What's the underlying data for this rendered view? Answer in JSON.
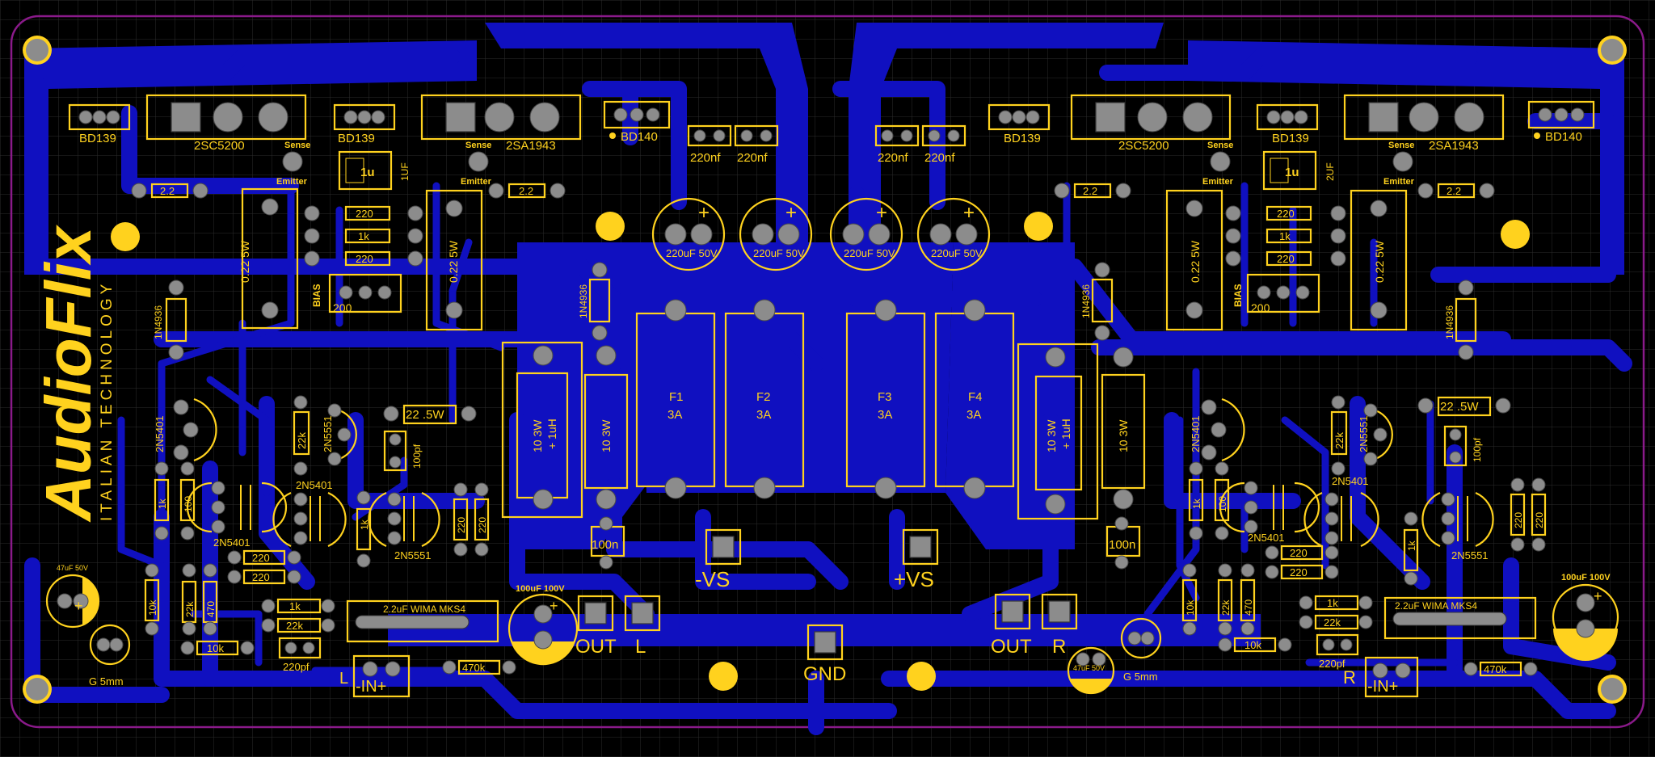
{
  "board": {
    "brand": "AudioFlix",
    "tagline": "ITALIAN TECHNOLOGY",
    "colors": {
      "background": "#000000",
      "copper": "#1010c0",
      "silkscreen": "#ffd21e",
      "pad": "#8c8c8c",
      "outline": "#8a1a8a",
      "grid": "#2c2c2c"
    }
  },
  "labels": {
    "bd139": "BD139",
    "bd140": "BD140",
    "sc5200": "2SC5200",
    "sa1943": "2SA1943",
    "sense": "Sense",
    "emitter": "Emitter",
    "r22": "2.2",
    "r220": "220",
    "r1k": "1k",
    "r022": "0.22 5W",
    "cap1u": "1u",
    "cap1uf": "1UF",
    "cap2uf": "2UF",
    "bias": "BIAS",
    "trim200": "200",
    "cap220nf": "220nf",
    "elec220": "220uF 50V",
    "d1n4936": "1N4936",
    "f1": "F1",
    "f2": "F2",
    "f3": "F3",
    "f4": "F4",
    "fuse3a": "3A",
    "r10_1uh_a": "10 3W",
    "r10_1uh_b": "+ 1uH",
    "r10": "10 3W",
    "r225w": "22 .5W",
    "c100pf": "100pf",
    "q2n5401": "2N5401",
    "q2n5551": "2N5551",
    "r22k": "22k",
    "r100": "100",
    "r10k": "10k",
    "r470": "470",
    "c100n": "100n",
    "c47u": "47uF 50V",
    "c100u": "100uF 100V",
    "g5mm": "G 5mm",
    "cwima": "2.2uF WIMA MKS4",
    "c220pf": "220pf",
    "r470k": "470k",
    "in": "-IN+",
    "chL": "L",
    "chR": "R",
    "out": "OUT",
    "gnd": "GND",
    "minusvs": "-VS",
    "plusvs": "+VS"
  }
}
